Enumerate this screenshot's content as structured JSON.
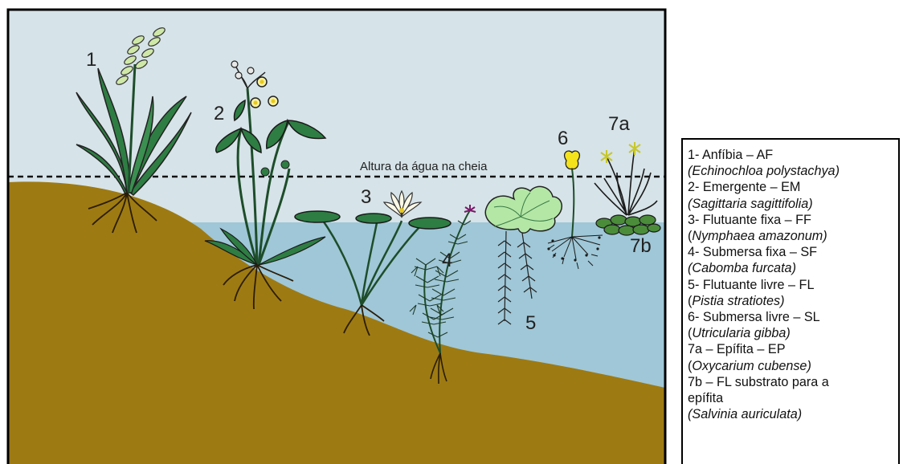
{
  "water_level_label": "Altura da água na cheia",
  "plants": [
    {
      "id": "1",
      "label": "1"
    },
    {
      "id": "2",
      "label": "2"
    },
    {
      "id": "3",
      "label": "3"
    },
    {
      "id": "4",
      "label": "4"
    },
    {
      "id": "5",
      "label": "5"
    },
    {
      "id": "6",
      "label": "6"
    },
    {
      "id": "7a",
      "label": "7a"
    },
    {
      "id": "7b",
      "label": "7b"
    }
  ],
  "legend": [
    {
      "type": "1- Anfíbia – AF",
      "sci_open": "(",
      "sci_name": "Echinochloa polystachya",
      "sci_close": ")",
      "sci_open_italic": true
    },
    {
      "type": "2- Emergente – EM",
      "sci_open": "(",
      "sci_name": "Sagittaria sagittifolia",
      "sci_close": ")",
      "sci_open_italic": true
    },
    {
      "type": "3- Flutuante fixa – FF",
      "sci_open": "(",
      "sci_name": "Nymphaea amazonum",
      "sci_close": ")",
      "sci_open_italic": false
    },
    {
      "type": "4- Submersa fixa – SF",
      "sci_open": "(",
      "sci_name": "Cabomba furcata",
      "sci_close": ")",
      "sci_open_italic": true
    },
    {
      "type": "5- Flutuante livre – FL",
      "sci_open": "(",
      "sci_name": "Pistia stratiotes",
      "sci_close": ")",
      "sci_open_italic": false
    },
    {
      "type": "6- Submersa livre – SL",
      "sci_open": "(",
      "sci_name": "Utricularia gibba",
      "sci_close": ")",
      "sci_open_italic": false
    },
    {
      "type": "7a – Epífita – EP",
      "sci_open": "(",
      "sci_name": "Oxycarium cubense",
      "sci_close": ")",
      "sci_open_italic": false
    },
    {
      "type": "7b – FL substrato para a",
      "type_line2": "epífita",
      "sci_open": "(",
      "sci_name": "Salvinia auriculata",
      "sci_close": ")",
      "sci_open_italic": true
    }
  ],
  "colors": {
    "sky": "#d6e3e8",
    "water": "#9fc7d7",
    "soil": "#9e7a12",
    "leaf_dark": "#2e7d43",
    "leaf_light": "#cfe8a8",
    "frame": "#000000"
  }
}
